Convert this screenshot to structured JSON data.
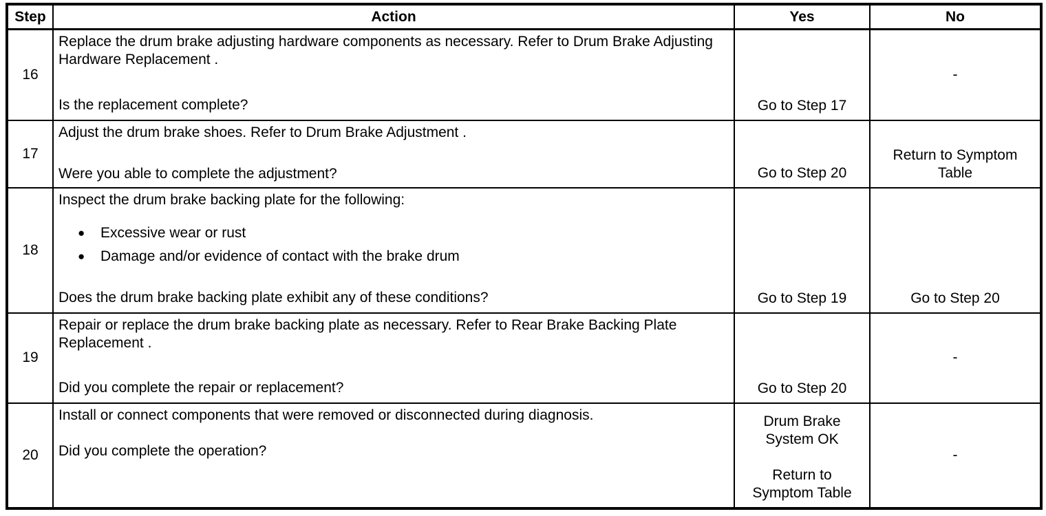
{
  "colors": {
    "background": "#ffffff",
    "text": "#000000",
    "border": "#000000"
  },
  "table": {
    "headers": {
      "step": "Step",
      "action": "Action",
      "yes": "Yes",
      "no": "No"
    },
    "rows": [
      {
        "step": "16",
        "action": {
          "description": "Replace the drum brake adjusting hardware components as necessary. Refer to Drum Brake Adjusting Hardware Replacement .",
          "question": "Is the replacement complete?"
        },
        "yes": "Go to Step 17",
        "no": "-"
      },
      {
        "step": "17",
        "action": {
          "description": "Adjust the drum brake shoes. Refer to Drum Brake Adjustment .",
          "question": "Were you able to complete the adjustment?"
        },
        "yes": "Go to Step 20",
        "no": "Return to Symptom Table"
      },
      {
        "step": "18",
        "action": {
          "description": "Inspect the drum brake backing plate for the following:",
          "bullets": [
            "Excessive wear or rust",
            "Damage and/or evidence of contact with the brake drum"
          ],
          "question": "Does the drum brake backing plate exhibit any of these conditions?"
        },
        "yes": "Go to Step 19",
        "no": "Go to Step 20"
      },
      {
        "step": "19",
        "action": {
          "description": "Repair or replace the drum brake backing plate as necessary. Refer to Rear Brake Backing Plate Replacement .",
          "question": "Did you complete the repair or replacement?"
        },
        "yes": "Go to Step 20",
        "no": "-"
      },
      {
        "step": "20",
        "action": {
          "description": "Install or connect components that were removed or disconnected during diagnosis.",
          "question": "Did you complete the operation?"
        },
        "yes_lines": [
          "Drum Brake System OK",
          "Return to Symptom Table"
        ],
        "no": "-"
      }
    ]
  }
}
